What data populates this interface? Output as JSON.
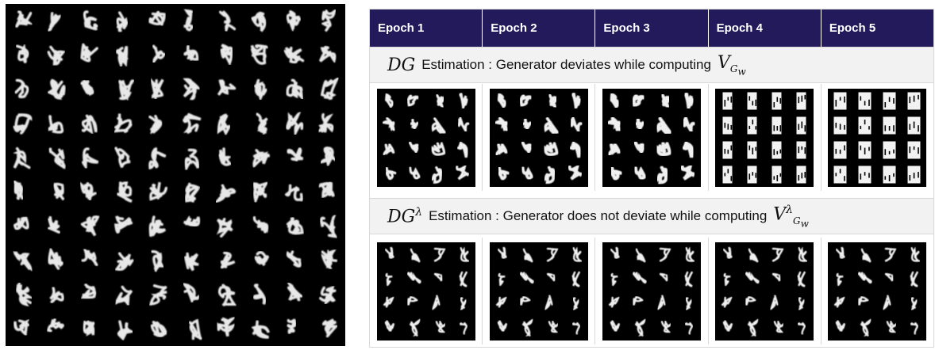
{
  "table": {
    "headers": [
      "Epoch 1",
      "Epoch 2",
      "Epoch 3",
      "Epoch 4",
      "Epoch 5"
    ],
    "row1": {
      "math_prefix": "DG",
      "label": "Estimation : Generator deviates while computing",
      "math_suffix": "V",
      "math_suffix_sub": "G",
      "math_suffix_subsub": "w"
    },
    "row2": {
      "math_prefix": "DG",
      "math_prefix_sup": "λ",
      "label": "Estimation : Generator does not deviate while computing",
      "math_suffix": "V",
      "math_suffix_sup": "λ",
      "math_suffix_sub": "G",
      "math_suffix_subsub": "w"
    }
  },
  "colors": {
    "header_bg": "#221a5a",
    "header_text": "#ffffff",
    "row_title_bg": "#f2f2f2"
  }
}
